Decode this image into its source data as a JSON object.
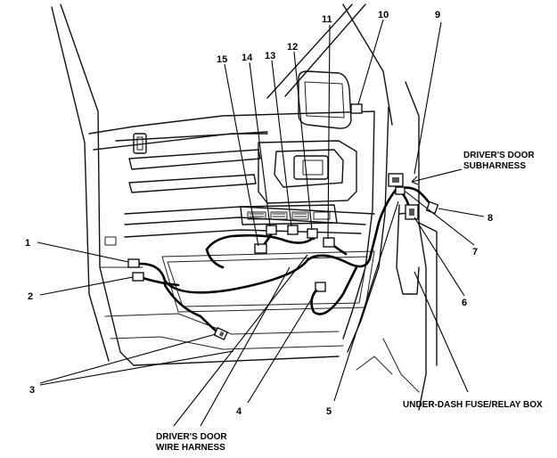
{
  "callouts": {
    "c1": "1",
    "c2": "2",
    "c3": "3",
    "c4": "4",
    "c5": "5",
    "c6": "6",
    "c7": "7",
    "c8": "8",
    "c9": "9",
    "c10": "10",
    "c11": "11",
    "c12": "12",
    "c13": "13",
    "c14": "14",
    "c15": "15"
  },
  "labels": {
    "subharness_line1": "DRIVER'S DOOR",
    "subharness_line2": "SUBHARNESS",
    "wire_harness_line1": "DRIVER'S DOOR",
    "wire_harness_line2": "WIRE HARNESS",
    "fuse_box": "UNDER-DASH FUSE/RELAY BOX"
  }
}
